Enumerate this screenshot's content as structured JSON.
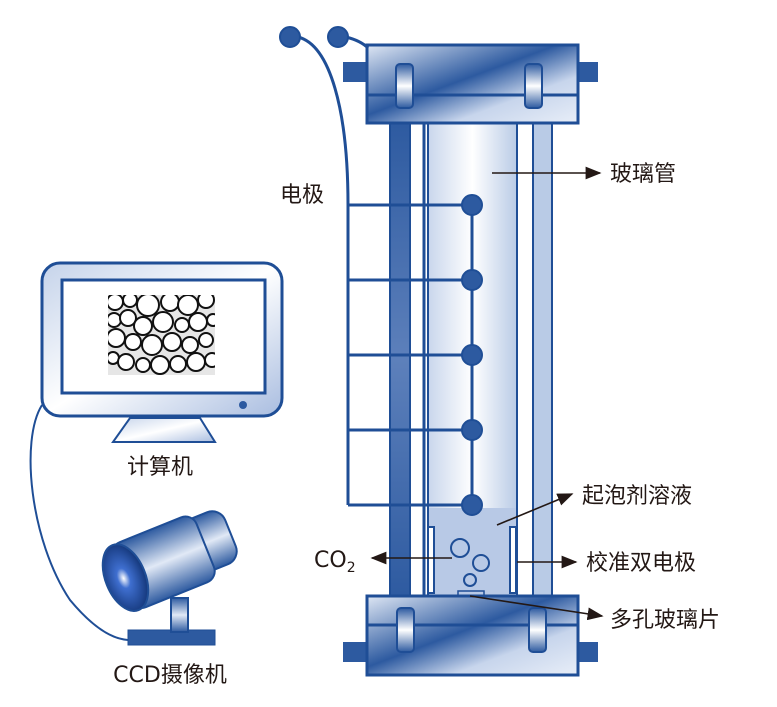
{
  "labels": {
    "electrode": "电极",
    "glass_tube": "玻璃管",
    "foaming_solution": "起泡剂溶液",
    "co2": "CO",
    "co2_subscript": "2",
    "calibration_electrodes": "校准双电极",
    "porous_glass": "多孔玻璃片",
    "computer": "计算机",
    "ccd_camera": "CCD摄像机"
  },
  "colors": {
    "primary_blue": "#1f4e96",
    "light_blue": "#b8c9e6",
    "text": "#231815"
  }
}
